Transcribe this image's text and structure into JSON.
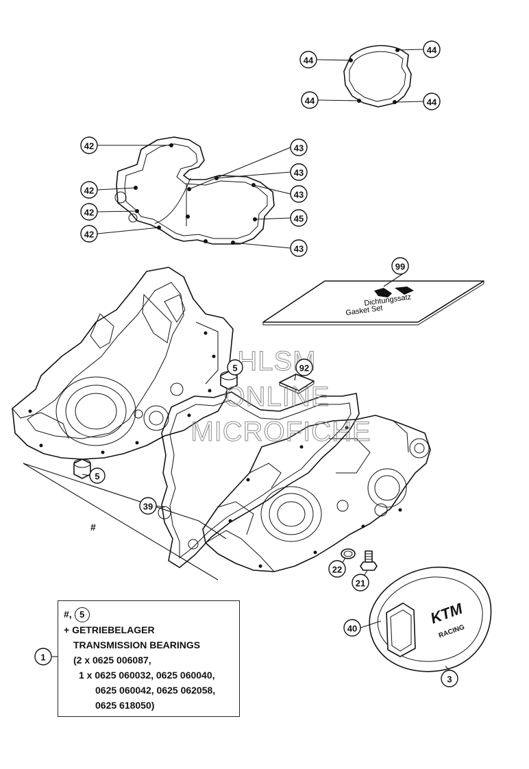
{
  "watermark": {
    "line1": "HLSM",
    "line2": "ONLINE",
    "line3": "MICROFICHE"
  },
  "callouts": {
    "c44a": "44",
    "c44b": "44",
    "c44c": "44",
    "c44d": "44",
    "c42a": "42",
    "c42b": "42",
    "c42c": "42",
    "c42d": "42",
    "c43a": "43",
    "c43b": "43",
    "c43c": "43",
    "c43d": "43",
    "c45": "45",
    "c99": "99",
    "c5a": "5",
    "c92": "92",
    "c5b": "5",
    "c39": "39",
    "c22": "22",
    "c21": "21",
    "c40": "40",
    "c3": "3",
    "c1": "1"
  },
  "hash_marker": "#",
  "gasket_set_label": {
    "line1": "Dichtungssatz",
    "line2": "Gasket Set"
  },
  "cover_logo": {
    "brand": "KTM",
    "sub": "RACING"
  },
  "note": {
    "header_prefix": "#,",
    "header_ref": "5",
    "line1": "+ GETRIEBELAGER",
    "line2": "TRANSMISSION BEARINGS",
    "line3": "(2 x 0625 006087,",
    "line4": "1 x 0625 060032, 0625 060040,",
    "line5": "0625 060042, 0625 062058,",
    "line6": "0625 618050)"
  }
}
